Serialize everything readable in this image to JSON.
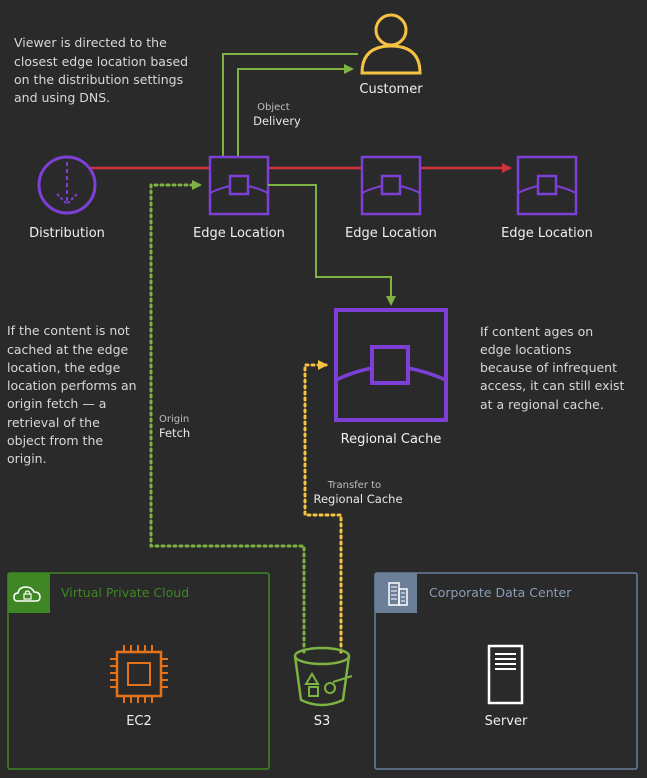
{
  "notes": {
    "viewer": [
      "Viewer is directed to the",
      "closest edge location based",
      "on the distribution settings",
      "and using DNS."
    ],
    "origin": [
      "If the content is not",
      "cached at the edge",
      "location, the edge",
      "location performs an",
      "origin fetch — a",
      "retrieval of the",
      "object from the",
      "origin."
    ],
    "regional": [
      "If content ages on",
      "edge locations",
      "because of infrequent",
      "access, it can still exist",
      "at a regional cache."
    ]
  },
  "nodes": {
    "customer": "Customer",
    "distribution": "Distribution",
    "edge1": "Edge Location",
    "edge2": "Edge Location",
    "edge3": "Edge Location",
    "regional": "Regional Cache",
    "ec2": "EC2",
    "s3": "S3",
    "server": "Server"
  },
  "edges": {
    "object_delivery": [
      "Object",
      "Delivery"
    ],
    "origin_fetch": [
      "Origin",
      "Fetch"
    ],
    "transfer": [
      "Transfer to",
      "Regional Cache"
    ]
  },
  "groups": {
    "vpc": "Virtual Private Cloud",
    "dc": "Corporate Data Center"
  },
  "colors": {
    "background": "#2a2a2a",
    "edge_purple": "#7d3fd6",
    "green_flow": "#7cb342",
    "red_flow": "#d13239",
    "yellow_flow": "#f5c242",
    "vpc_green": "#3f8624",
    "dc_slate": "#6b7f99",
    "ec2_orange": "#e3721a"
  }
}
